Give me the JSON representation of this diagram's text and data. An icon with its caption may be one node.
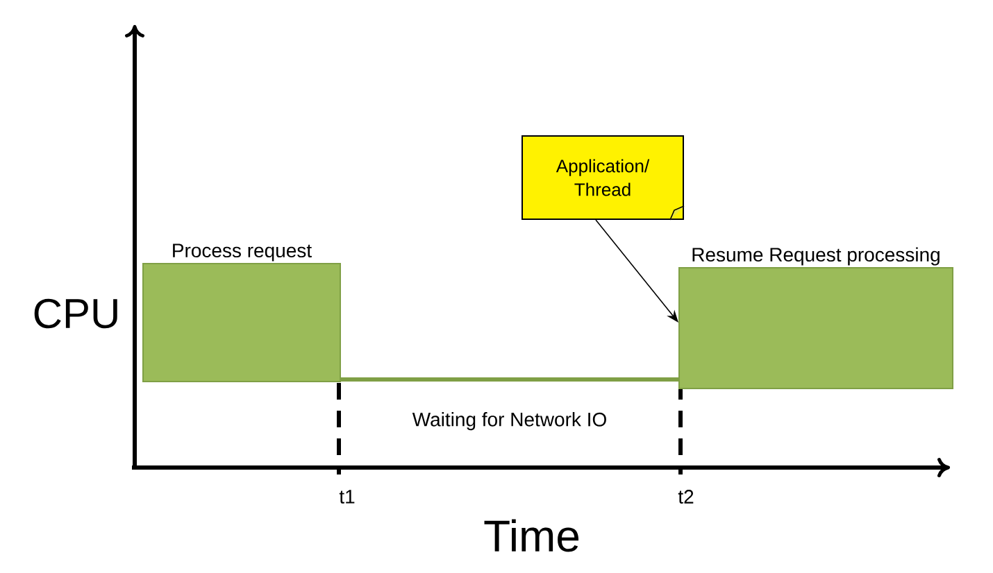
{
  "diagram": {
    "nodes": [
      {
        "text": [
          "Process request"
        ]
      },
      {
        "text": [
          "Resume Request processing"
        ]
      },
      {
        "text": [
          "Application/ Thread"
        ]
      }
    ],
    "edges": [
      {
        "from": 0,
        "to": 1,
        "arrow": "none",
        "label": "Waiting for Network IO",
        "style": "thick",
        "color": "#7f9f45"
      },
      {
        "from": 2,
        "to": 1,
        "arrow": "to",
        "color": "#000000"
      }
    ],
    "labels": [
      "CPU",
      "t1",
      "t2",
      "Time"
    ]
  }
}
